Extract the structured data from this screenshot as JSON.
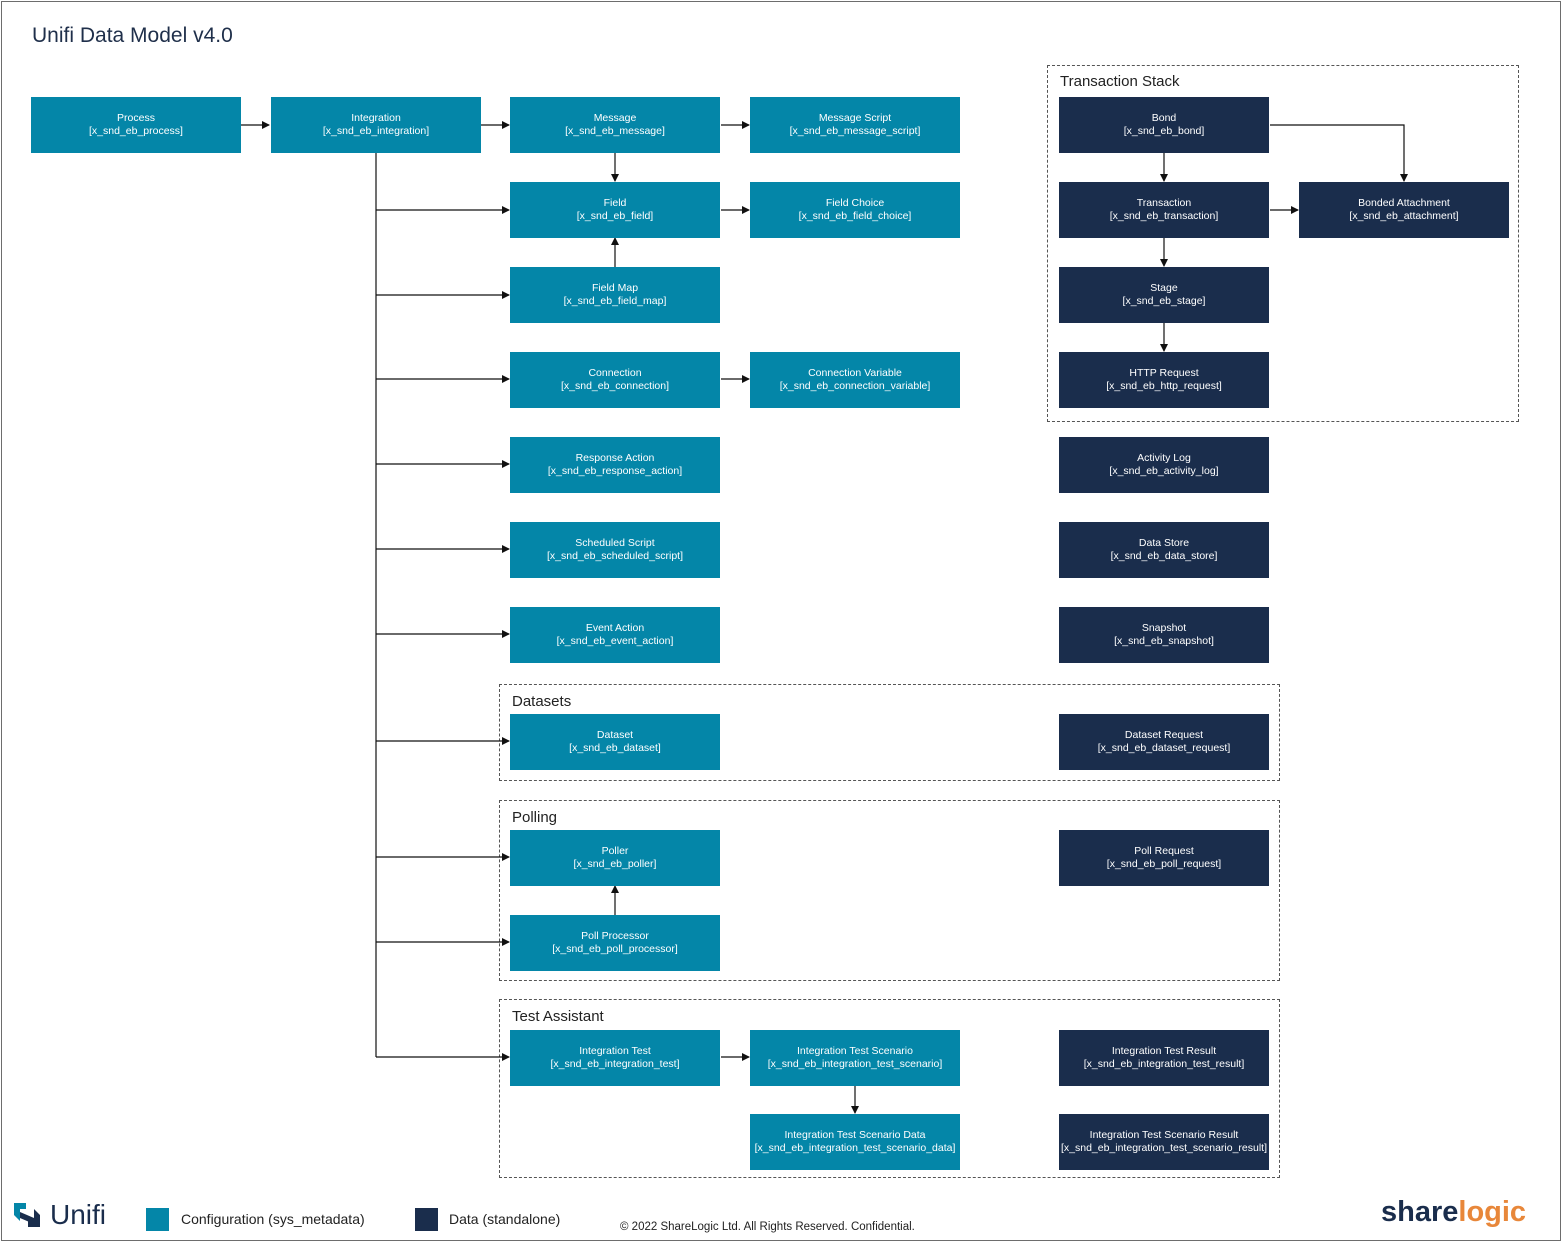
{
  "title": "Unifi Data Model v4.0",
  "colors": {
    "config": "#0486a8",
    "data": "#1a2d4c",
    "accent": "#e8873a"
  },
  "groups": {
    "transaction_stack": "Transaction Stack",
    "datasets": "Datasets",
    "polling": "Polling",
    "test_assistant": "Test Assistant"
  },
  "nodes": {
    "process": {
      "name": "Process",
      "table": "[x_snd_eb_process]"
    },
    "integration": {
      "name": "Integration",
      "table": "[x_snd_eb_integration]"
    },
    "message": {
      "name": "Message",
      "table": "[x_snd_eb_message]"
    },
    "message_script": {
      "name": "Message Script",
      "table": "[x_snd_eb_message_script]"
    },
    "field": {
      "name": "Field",
      "table": "[x_snd_eb_field]"
    },
    "field_choice": {
      "name": "Field Choice",
      "table": "[x_snd_eb_field_choice]"
    },
    "field_map": {
      "name": "Field Map",
      "table": "[x_snd_eb_field_map]"
    },
    "connection": {
      "name": "Connection",
      "table": "[x_snd_eb_connection]"
    },
    "connection_variable": {
      "name": "Connection Variable",
      "table": "[x_snd_eb_connection_variable]"
    },
    "response_action": {
      "name": "Response Action",
      "table": "[x_snd_eb_response_action]"
    },
    "scheduled_script": {
      "name": "Scheduled Script",
      "table": "[x_snd_eb_scheduled_script]"
    },
    "event_action": {
      "name": "Event Action",
      "table": "[x_snd_eb_event_action]"
    },
    "dataset": {
      "name": "Dataset",
      "table": "[x_snd_eb_dataset]"
    },
    "poller": {
      "name": "Poller",
      "table": "[x_snd_eb_poller]"
    },
    "poll_processor": {
      "name": "Poll Processor",
      "table": "[x_snd_eb_poll_processor]"
    },
    "integration_test": {
      "name": "Integration Test",
      "table": "[x_snd_eb_integration_test]"
    },
    "integration_test_scenario": {
      "name": "Integration Test Scenario",
      "table": "[x_snd_eb_integration_test_scenario]"
    },
    "integration_test_scenario_data": {
      "name": "Integration Test Scenario Data",
      "table": "[x_snd_eb_integration_test_scenario_data]"
    },
    "bond": {
      "name": "Bond",
      "table": "[x_snd_eb_bond]"
    },
    "transaction": {
      "name": "Transaction",
      "table": "[x_snd_eb_transaction]"
    },
    "bonded_attachment": {
      "name": "Bonded Attachment",
      "table": "[x_snd_eb_attachment]"
    },
    "stage": {
      "name": "Stage",
      "table": "[x_snd_eb_stage]"
    },
    "http_request": {
      "name": "HTTP Request",
      "table": "[x_snd_eb_http_request]"
    },
    "activity_log": {
      "name": "Activity Log",
      "table": "[x_snd_eb_activity_log]"
    },
    "data_store": {
      "name": "Data Store",
      "table": "[x_snd_eb_data_store]"
    },
    "snapshot": {
      "name": "Snapshot",
      "table": "[x_snd_eb_snapshot]"
    },
    "dataset_request": {
      "name": "Dataset Request",
      "table": "[x_snd_eb_dataset_request]"
    },
    "poll_request": {
      "name": "Poll Request",
      "table": "[x_snd_eb_poll_request]"
    },
    "integration_test_result": {
      "name": "Integration Test Result",
      "table": "[x_snd_eb_integration_test_result]"
    },
    "integration_test_scenario_result": {
      "name": "Integration Test Scenario Result",
      "table": "[x_snd_eb_integration_test_scenario_result]"
    }
  },
  "legend": {
    "config": "Configuration (sys_metadata)",
    "data": "Data (standalone)"
  },
  "footer": {
    "copyright": "© 2022 ShareLogic Ltd. All Rights Reserved. Confidential.",
    "brand_unifi": "Unifi",
    "brand_share": "share",
    "brand_logic": "logic"
  }
}
